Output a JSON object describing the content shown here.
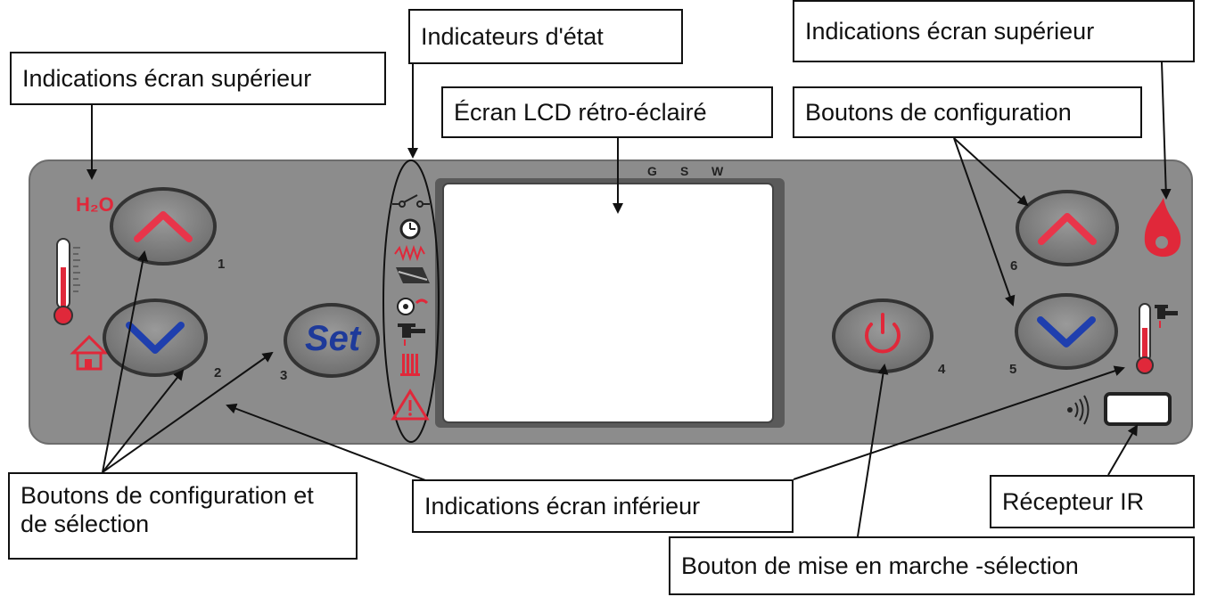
{
  "callouts": {
    "top_left": "Indications écran supérieur",
    "status_indicators": "Indicateurs d'état",
    "top_right": "Indications écran supérieur",
    "lcd": "Écran LCD rétro-éclairé",
    "config_buttons": "Boutons de configuration",
    "config_select": "Boutons de configuration et de sélection",
    "lower_display": "Indications écran inférieur",
    "ir_receiver": "Récepteur IR",
    "power_button": "Bouton de mise en marche -sélection"
  },
  "panel": {
    "water_label": "H₂O",
    "set_label": "Set",
    "lcd_top_letters": [
      "G",
      "S",
      "W"
    ],
    "button_numbers": {
      "b1": "1",
      "b2": "2",
      "b3": "3",
      "b4": "4",
      "b5": "5",
      "b6": "6"
    }
  },
  "colors": {
    "panel": "#8c8c8c",
    "button": "#7d7d7d",
    "up_arrow": "#e8354a",
    "down_arrow": "#1f3fae",
    "accent_red": "#e0283a"
  }
}
